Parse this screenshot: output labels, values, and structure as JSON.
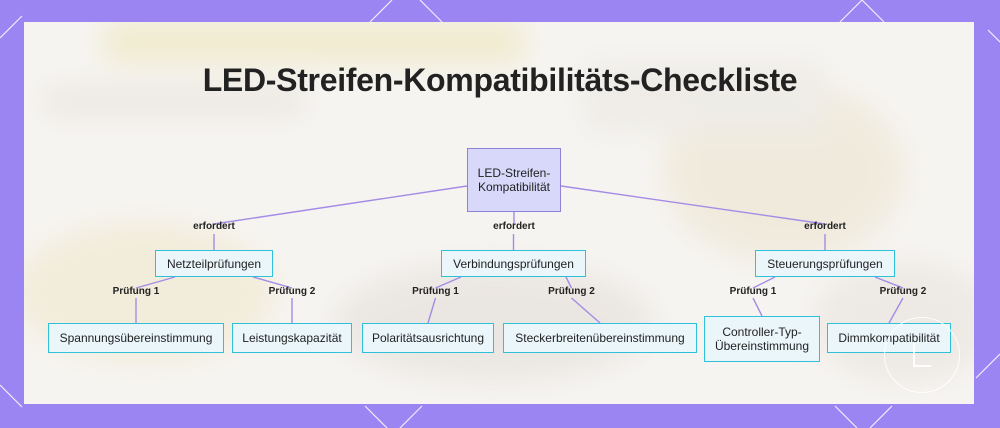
{
  "title": "LED-Streifen-Kompatibilitäts-Checkliste",
  "diagram": {
    "root": "LED-Streifen-Kompatibilität",
    "edge_labels": {
      "requires": "erfordert",
      "check1": "Prüfung 1",
      "check2": "Prüfung 2"
    },
    "categories": [
      {
        "label": "Netzteilprüfungen",
        "children": [
          "Spannungsübereinstimmung",
          "Leistungskapazität"
        ]
      },
      {
        "label": "Verbindungsprüfungen",
        "children": [
          "Polaritätsausrichtung",
          "Steckerbreitenübereinstimmung"
        ]
      },
      {
        "label": "Steuerungsprüfungen",
        "children": [
          "Controller-Typ-Übereinstimmung",
          "Dimmkompatibilität"
        ]
      }
    ]
  },
  "colors": {
    "frame": "#9b85f2",
    "card": "#f6f4f1",
    "root_fill": "#d8d8fa",
    "root_border": "#8e82d6",
    "node_fill": "#ebf6fb",
    "node_border": "#2ec1d9",
    "edge": "#a48be6"
  }
}
